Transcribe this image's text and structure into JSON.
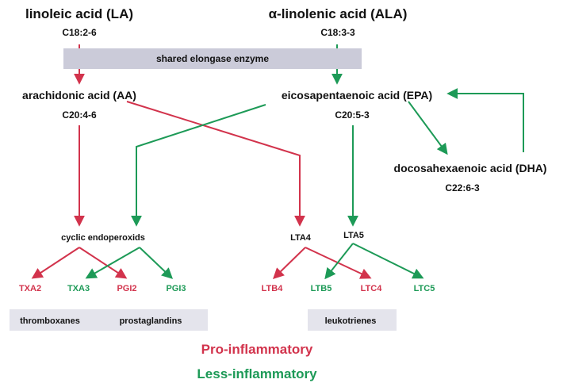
{
  "colors": {
    "omega6": "#d2334c",
    "omega3": "#1d9a57",
    "bar": "#cbcbd9",
    "group_bar": "#e4e4ec"
  },
  "nodes": {
    "la": {
      "name": "linoleic acid (LA)",
      "code": "C18:2-6"
    },
    "ala": {
      "name": "α-linolenic acid (ALA)",
      "code": "C18:3-3"
    },
    "aa": {
      "name": "arachidonic acid (AA)",
      "code": "C20:4-6"
    },
    "epa": {
      "name": "eicosapentaenoic acid (EPA)",
      "code": "C20:5-3"
    },
    "dha": {
      "name": "docosahexaenoic acid (DHA)",
      "code": "C22:6-3"
    },
    "cyclic": "cyclic endoperoxids",
    "lta4": "LTA4",
    "lta5": "LTA5"
  },
  "enzyme_bar": "shared elongase enzyme",
  "leaves": {
    "txa2": "TXA2",
    "txa3": "TXA3",
    "pgi2": "PGI2",
    "pgi3": "PGI3",
    "ltb4": "LTB4",
    "ltb5": "LTB5",
    "ltc4": "LTC4",
    "ltc5": "LTC5"
  },
  "groups": {
    "thromboxanes": "thromboxanes",
    "prostaglandins": "prostaglandins",
    "leukotrienes": "leukotrienes"
  },
  "legend": {
    "pro": "Pro-inflammatory",
    "less": "Less-inflammatory"
  }
}
